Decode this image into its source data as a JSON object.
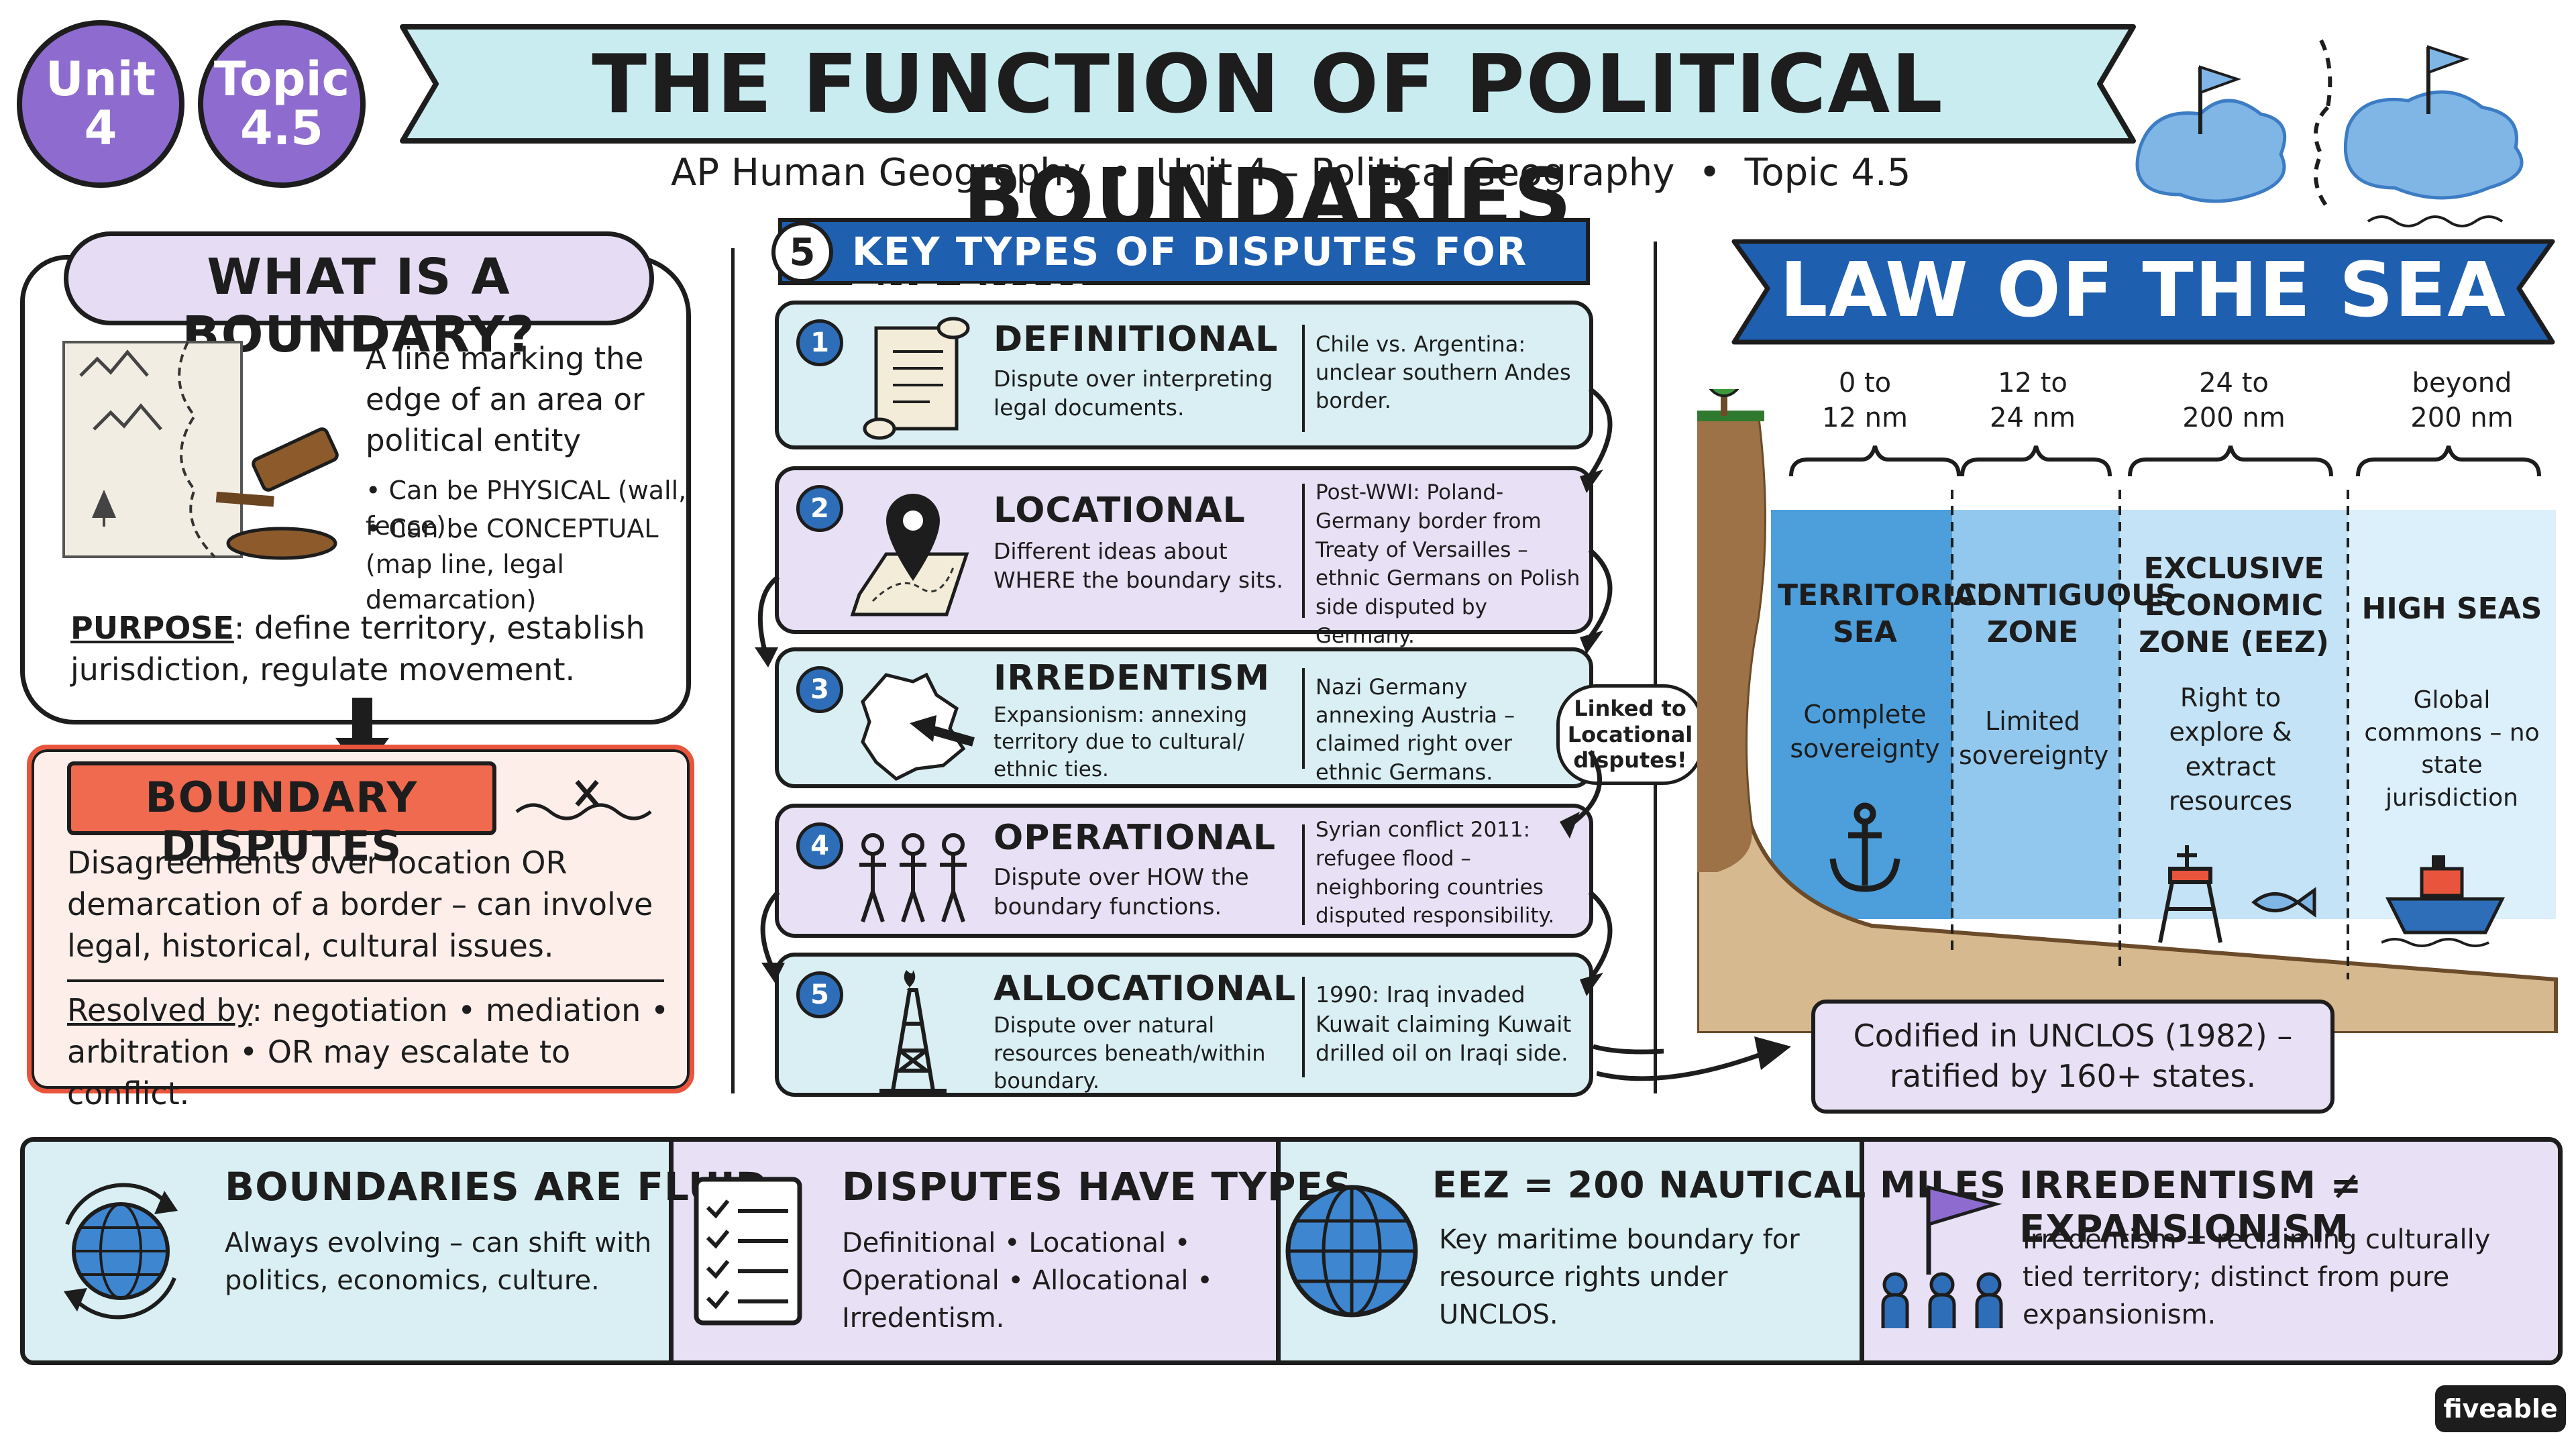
{
  "header": {
    "unit_badge": {
      "line1": "Unit",
      "line2": "4"
    },
    "topic_badge": {
      "line1": "Topic",
      "line2": "4.5"
    },
    "title": "THE FUNCTION OF POLITICAL BOUNDARIES",
    "subtitle": "AP Human Geography  •  Unit 4 – Political Geography  •  Topic 4.5"
  },
  "boundary_box": {
    "title": "WHAT IS A BOUNDARY?",
    "definition": "A line marking the edge of an area or political entity",
    "bullet1": "• Can be PHYSICAL (wall, fence)",
    "bullet2": "• Can be CONCEPTUAL (map line, legal demarcation)",
    "purpose_label": "PURPOSE",
    "purpose_text": ": define territory, establish jurisdiction, regulate movement."
  },
  "disputes_box": {
    "title": "BOUNDARY DISPUTES",
    "text": "Disagreements over location OR demarcation of a border – can involve legal, historical, cultural issues.",
    "resolved_label": "Resolved by",
    "resolved_text": ": negotiation • mediation • arbitration • OR may escalate to conflict."
  },
  "key_types": {
    "badge": "5",
    "title": "KEY TYPES OF DISPUTES FOR THE EXAM",
    "link_note": "Linked to Locational disputes!",
    "items": [
      {
        "num": "1",
        "title": "DEFINITIONAL",
        "desc": "Dispute over interpreting legal documents.",
        "example": "Chile vs. Argentina: unclear southern Andes border.",
        "icon": "scroll-icon"
      },
      {
        "num": "2",
        "title": "LOCATIONAL",
        "desc": "Different ideas about WHERE the boundary sits.",
        "example": "Post-WWI: Poland-Germany border from Treaty of Versailles – ethnic Germans on Polish side disputed by Germany.",
        "icon": "map-pin-icon"
      },
      {
        "num": "3",
        "title": "IRREDENTISM",
        "desc": "Expansionism: annexing territory due to cultural/ ethnic ties.",
        "example": "Nazi Germany annexing Austria – claimed right over ethnic Germans.",
        "icon": "territory-arrow-icon"
      },
      {
        "num": "4",
        "title": "OPERATIONAL",
        "desc": "Dispute over HOW the boundary functions.",
        "example": "Syrian conflict 2011: refugee flood – neighboring countries disputed responsibility.",
        "icon": "people-icon"
      },
      {
        "num": "5",
        "title": "ALLOCATIONAL",
        "desc": "Dispute over natural resources beneath/within boundary.",
        "example": "1990: Iraq invaded Kuwait claiming Kuwait drilled oil on Iraqi side.",
        "icon": "oil-derrick-icon"
      }
    ]
  },
  "law_of_sea": {
    "title": "LAW OF THE SEA",
    "zones": [
      {
        "range": "0 to\n12 nm",
        "name": "TERRITORIAL SEA",
        "desc": "Complete sovereignty",
        "icon": "anchor-icon"
      },
      {
        "range": "12 to\n24 nm",
        "name": "CONTIGUOUS ZONE",
        "desc": "Limited sovereignty",
        "icon": ""
      },
      {
        "range": "24 to\n200 nm",
        "name": "EXCLUSIVE ECONOMIC ZONE (EEZ)",
        "desc": "Right to explore & extract resources",
        "icon": "oil-rig-icon"
      },
      {
        "range": "beyond\n200 nm",
        "name": "HIGH SEAS",
        "desc": "Global commons – no state jurisdiction",
        "icon": "ship-icon"
      }
    ],
    "unclos": "Codified in UNCLOS (1982) – ratified by 160+ states."
  },
  "summary": [
    {
      "title": "BOUNDARIES ARE FLUID",
      "text": "Always evolving – can shift with politics, economics, culture.",
      "icon": "globe-cycle-icon"
    },
    {
      "title": "DISPUTES HAVE TYPES",
      "text": "Definitional • Locational • Operational • Allocational • Irredentism.",
      "icon": "checklist-icon"
    },
    {
      "title": "EEZ = 200 NAUTICAL MILES",
      "text": "Key maritime boundary for resource rights under UNCLOS.",
      "icon": "globe-icon"
    },
    {
      "title": "IRREDENTISM ≠ EXPANSIONISM",
      "text": "Irredentism = reclaiming culturally tied territory; distinct from pure expansionism.",
      "icon": "flag-people-icon"
    }
  ],
  "brand": "fiveable",
  "colors": {
    "purple": "#8e6ccf",
    "lavender": "#e8e0f5",
    "teal_light": "#d9eff3",
    "blue": "#1f5fb0",
    "red": "#e8553c",
    "pink": "#fdeeea"
  }
}
